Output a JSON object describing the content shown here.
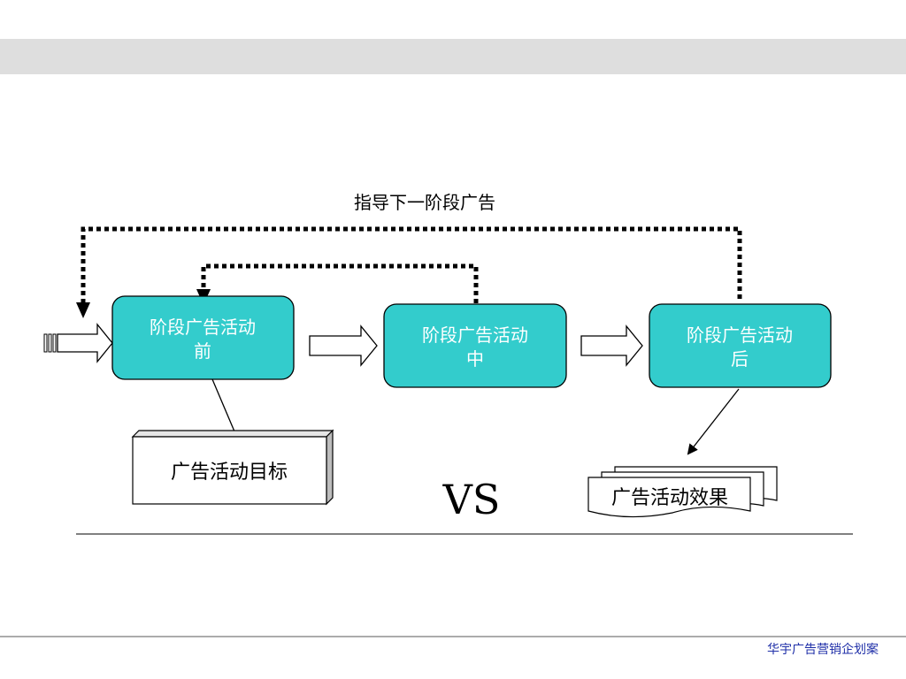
{
  "diagram": {
    "feedback_label": "指导下一阶段广告",
    "stages": [
      {
        "line1": "阶段广告活动",
        "line2": "前"
      },
      {
        "line1": "阶段广告活动",
        "line2": "中"
      },
      {
        "line1": "阶段广告活动",
        "line2": "后"
      }
    ],
    "goal_doc": "广告活动目标",
    "result_doc": "广告活动效果",
    "vs": "VS"
  },
  "footer": {
    "brand": "华宇广告营销企划案"
  },
  "colors": {
    "stage_fill": "#33cccc",
    "band": "#dedede",
    "footer_text": "#1f2fa8"
  }
}
